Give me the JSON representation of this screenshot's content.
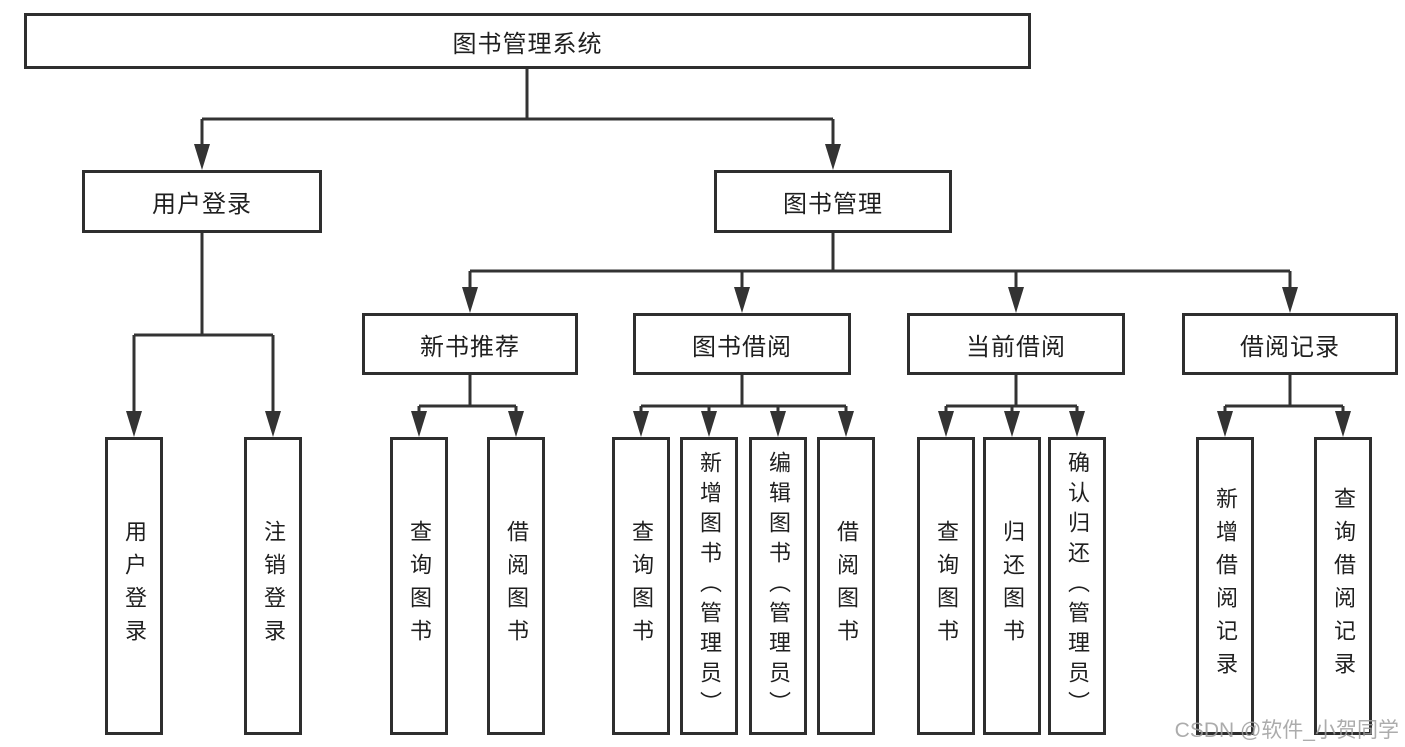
{
  "title": "图书管理系统",
  "watermark": "CSDN @软件_小贺同学",
  "colors": {
    "line": "#333333",
    "box_border": "#2e2e2e",
    "background": "#ffffff",
    "text": "#1f1f1f",
    "watermark": "#9e9e9e"
  },
  "nodes": {
    "root": {
      "label": "图书管理系统"
    },
    "level2": [
      {
        "id": "user-login",
        "label": "用户登录",
        "parent": "图书管理系统"
      },
      {
        "id": "book-management",
        "label": "图书管理",
        "parent": "图书管理系统"
      }
    ],
    "level3": [
      {
        "id": "new-book-recommend",
        "label": "新书推荐",
        "parent": "图书管理"
      },
      {
        "id": "book-borrowing",
        "label": "图书借阅",
        "parent": "图书管理"
      },
      {
        "id": "current-borrowing",
        "label": "当前借阅",
        "parent": "图书管理"
      },
      {
        "id": "borrowing-records",
        "label": "借阅记录",
        "parent": "图书管理"
      }
    ],
    "leaves": [
      {
        "id": "leaf-user-login",
        "label": "用户登录",
        "parent": "用户登录"
      },
      {
        "id": "leaf-logout",
        "label": "注销登录",
        "parent": "用户登录"
      },
      {
        "id": "leaf-query-books-recommend",
        "label": "查询图书",
        "parent": "新书推荐"
      },
      {
        "id": "leaf-borrow-books-recommend",
        "label": "借阅图书",
        "parent": "新书推荐"
      },
      {
        "id": "leaf-query-books-borrowing",
        "label": "查询图书",
        "parent": "图书借阅"
      },
      {
        "id": "leaf-add-books-admin",
        "label": "新增图书（管理员）",
        "parent": "图书借阅"
      },
      {
        "id": "leaf-edit-books-admin",
        "label": "编辑图书（管理员）",
        "parent": "图书借阅"
      },
      {
        "id": "leaf-borrow-books-borrowing",
        "label": "借阅图书",
        "parent": "图书借阅"
      },
      {
        "id": "leaf-query-books-current",
        "label": "查询图书",
        "parent": "当前借阅"
      },
      {
        "id": "leaf-return-books",
        "label": "归还图书",
        "parent": "当前借阅"
      },
      {
        "id": "leaf-confirm-return-admin",
        "label": "确认归还（管理员）",
        "parent": "当前借阅"
      },
      {
        "id": "leaf-add-borrow-record",
        "label": "新增借阅记录",
        "parent": "借阅记录"
      },
      {
        "id": "leaf-query-borrow-record",
        "label": "查询借阅记录",
        "parent": "借阅记录"
      }
    ]
  }
}
